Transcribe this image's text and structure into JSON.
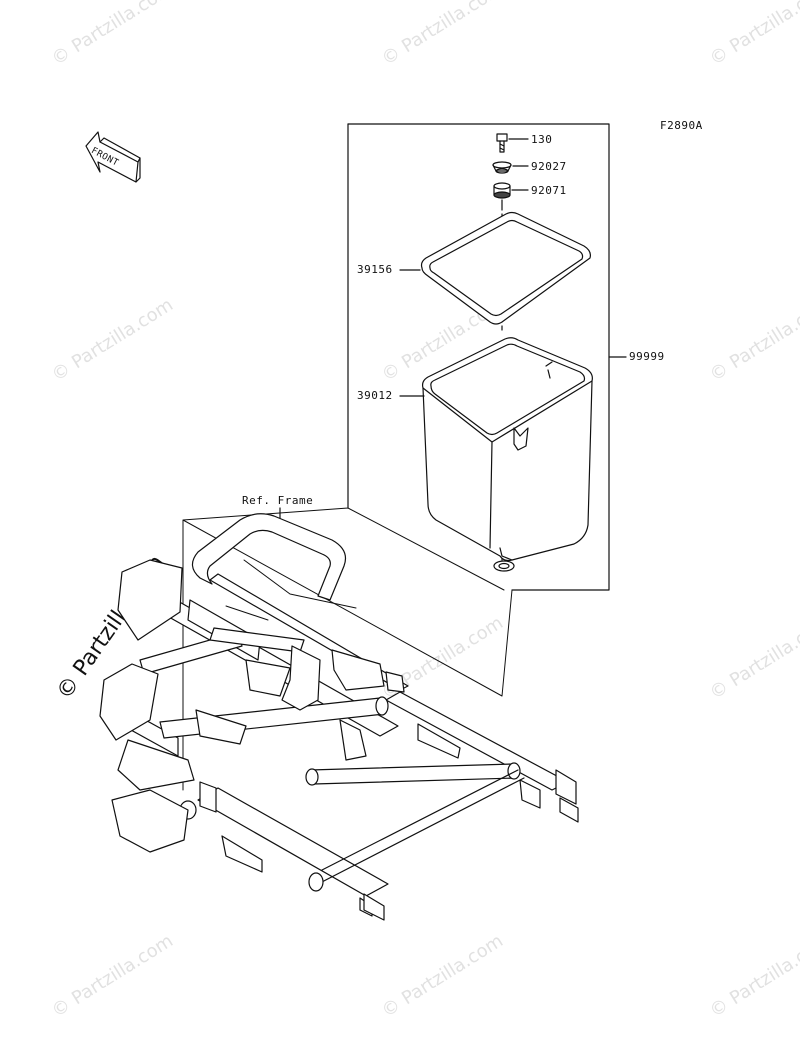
{
  "figure_code": "F2890A",
  "front_label": "FRONT",
  "ref_label": "Ref. Frame",
  "parts": {
    "p130": "130",
    "p92027": "92027",
    "p92071": "92071",
    "p39156": "39156",
    "p39012": "39012",
    "p99999": "99999"
  },
  "watermark": "© Partzilla.com",
  "colors": {
    "line": "#111111",
    "watermark": "#bbbbbb"
  }
}
